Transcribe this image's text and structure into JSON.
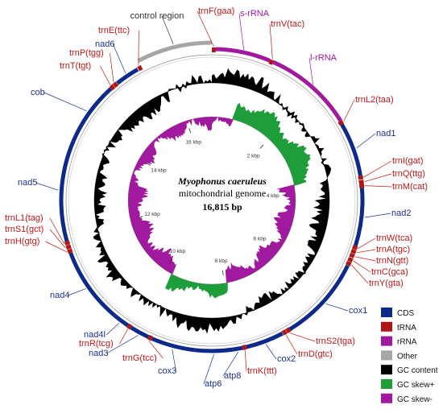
{
  "title": {
    "species": "Myophonus caeruleus",
    "subtitle": "mitochondrial genome",
    "length": "16,815 bp"
  },
  "colors": {
    "CDS": "#0d2a8a",
    "tRNA": "#b01515",
    "rRNA": "#a0199e",
    "Other": "#a6a6a6",
    "GC content": "#000000",
    "GC skew+": "#1e9e3a",
    "GC skew-": "#a0199e"
  },
  "legend": [
    {
      "key": "CDS",
      "label": "CDS"
    },
    {
      "key": "tRNA",
      "label": "tRNA"
    },
    {
      "key": "rRNA",
      "label": "rRNA"
    },
    {
      "key": "Other",
      "label": "Other"
    },
    {
      "key": "GC content",
      "label": "GC content"
    },
    {
      "key": "GC skew+",
      "label": "GC skew+"
    },
    {
      "key": "GC skew-",
      "label": "GC skew-"
    }
  ],
  "kbp_ticks": [
    "2 kbp",
    "4 kbp",
    "6 kbp",
    "8 kbp",
    "10 kbp",
    "12 kbp",
    "14 kbp",
    "16 kbp"
  ],
  "features": [
    {
      "name": "control region",
      "type": "Other",
      "start": 15520,
      "end": 16815
    },
    {
      "name": "trnF(gaa)",
      "type": "tRNA",
      "start": 0,
      "end": 70
    },
    {
      "name": "s-rRNA",
      "type": "rRNA",
      "start": 70,
      "end": 1050
    },
    {
      "name": "trnV(tac)",
      "type": "tRNA",
      "start": 1050,
      "end": 1120
    },
    {
      "name": "l-rRNA",
      "type": "rRNA",
      "start": 1120,
      "end": 2720
    },
    {
      "name": "trnL2(taa)",
      "type": "tRNA",
      "start": 2720,
      "end": 2790
    },
    {
      "name": "nad1",
      "type": "CDS",
      "start": 2790,
      "end": 3760
    },
    {
      "name": "trnI(gat)",
      "type": "tRNA",
      "start": 3760,
      "end": 3830
    },
    {
      "name": "trnQ(ttg)",
      "type": "tRNA",
      "start": 3840,
      "end": 3910
    },
    {
      "name": "trnM(cat)",
      "type": "tRNA",
      "start": 3910,
      "end": 3980
    },
    {
      "name": "nad2",
      "type": "CDS",
      "start": 3980,
      "end": 5020
    },
    {
      "name": "trnW(tca)",
      "type": "tRNA",
      "start": 5020,
      "end": 5090
    },
    {
      "name": "trnA(tgc)",
      "type": "tRNA",
      "start": 5095,
      "end": 5165
    },
    {
      "name": "trnN(gtt)",
      "type": "tRNA",
      "start": 5170,
      "end": 5240
    },
    {
      "name": "trnC(gca)",
      "type": "tRNA",
      "start": 5250,
      "end": 5320
    },
    {
      "name": "trnY(gta)",
      "type": "tRNA",
      "start": 5325,
      "end": 5395
    },
    {
      "name": "cox1",
      "type": "CDS",
      "start": 5400,
      "end": 6950
    },
    {
      "name": "trnS2(tga)",
      "type": "tRNA",
      "start": 6950,
      "end": 7020
    },
    {
      "name": "trnD(gtc)",
      "type": "tRNA",
      "start": 7025,
      "end": 7095
    },
    {
      "name": "cox2",
      "type": "CDS",
      "start": 7100,
      "end": 7790
    },
    {
      "name": "trnK(ttt)",
      "type": "tRNA",
      "start": 7790,
      "end": 7860
    },
    {
      "name": "atp8",
      "type": "CDS",
      "start": 7860,
      "end": 8030
    },
    {
      "name": "atp6",
      "type": "CDS",
      "start": 8030,
      "end": 8710
    },
    {
      "name": "cox3",
      "type": "CDS",
      "start": 8710,
      "end": 9500
    },
    {
      "name": "trnG(tcc)",
      "type": "tRNA",
      "start": 9500,
      "end": 9570
    },
    {
      "name": "nad3",
      "type": "CDS",
      "start": 9570,
      "end": 9920
    },
    {
      "name": "trnR(tcg)",
      "type": "tRNA",
      "start": 9920,
      "end": 9990
    },
    {
      "name": "nad4l",
      "type": "CDS",
      "start": 9990,
      "end": 10290
    },
    {
      "name": "nad4",
      "type": "CDS",
      "start": 10290,
      "end": 11660
    },
    {
      "name": "trnH(gtg)",
      "type": "tRNA",
      "start": 11660,
      "end": 11730
    },
    {
      "name": "trnS1(gct)",
      "type": "tRNA",
      "start": 11735,
      "end": 11805
    },
    {
      "name": "trnL1(tag)",
      "type": "tRNA",
      "start": 11810,
      "end": 11880
    },
    {
      "name": "nad5",
      "type": "CDS",
      "start": 11880,
      "end": 13700
    },
    {
      "name": "cob",
      "type": "CDS",
      "start": 13700,
      "end": 14850
    },
    {
      "name": "trnT(tgt)",
      "type": "tRNA",
      "start": 14850,
      "end": 14920
    },
    {
      "name": "trnP(tgg)",
      "type": "tRNA",
      "start": 14925,
      "end": 14995
    },
    {
      "name": "nad6",
      "type": "CDS",
      "start": 15000,
      "end": 15440
    },
    {
      "name": "trnE(ttc)",
      "type": "tRNA",
      "start": 15450,
      "end": 15520
    }
  ]
}
